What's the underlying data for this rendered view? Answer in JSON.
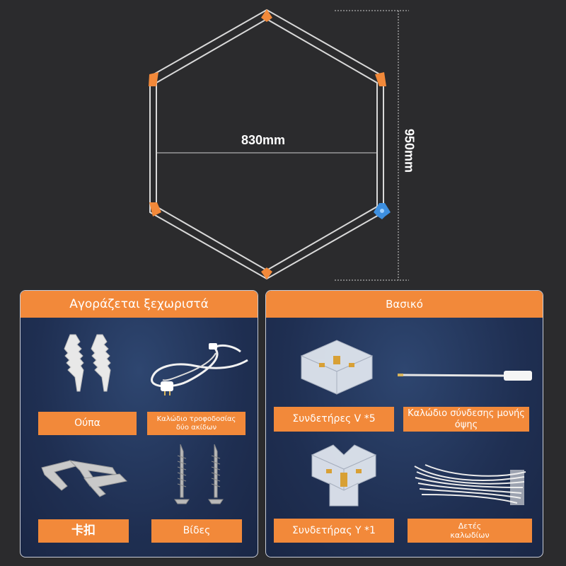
{
  "diagram": {
    "width_label": "830mm",
    "height_label": "950mm",
    "colors": {
      "frame": "#d9d9d9",
      "corner": "#f2893a",
      "y_connector": "#3d8fe0"
    }
  },
  "panels": {
    "purchased_separately": {
      "title": "Αγοράζεται ξεχωριστά",
      "items": [
        {
          "label": "Ούπα",
          "icon": "wall-anchor-icon"
        },
        {
          "label": "Καλώδιο τροφοδοσίας δύο ακίδων",
          "icon": "power-cable-icon"
        },
        {
          "label": "卡扣",
          "icon": "mounting-clip-icon"
        },
        {
          "label": "Βίδες",
          "icon": "screw-icon"
        }
      ]
    },
    "basic": {
      "title": "Βασικό",
      "items": [
        {
          "label": "Συνδετήρες V *5",
          "icon": "v-connector-icon"
        },
        {
          "label": "Καλώδιο σύνδεσης μονής όψης",
          "icon": "connection-cable-icon"
        },
        {
          "label": "Συνδετήρας Y *1",
          "icon": "y-connector-icon"
        },
        {
          "label": "Δετές καλωδίων",
          "icon": "cable-ties-icon"
        }
      ]
    }
  },
  "colors": {
    "accent": "#f2893a",
    "panel_bg": "#1f2f52",
    "page_bg": "#2b2b2d"
  }
}
